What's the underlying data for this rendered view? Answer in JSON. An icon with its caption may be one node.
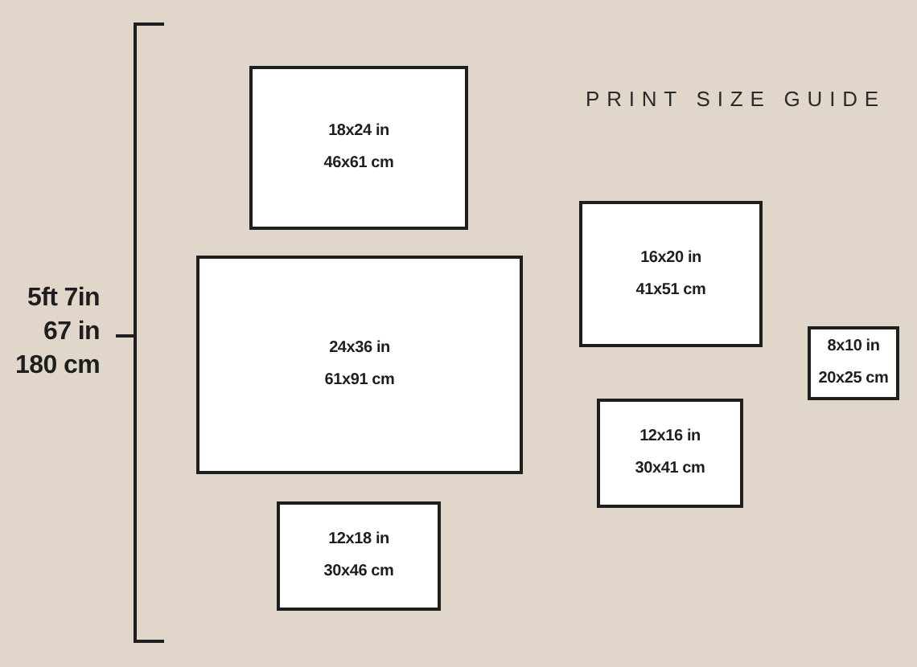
{
  "diagram": {
    "title": "PRINT SIZE GUIDE",
    "nodes": [
      {
        "text": [
          "18x24 in",
          "46x61 cm"
        ]
      },
      {
        "text": [
          "24x36 in",
          "61x91 cm"
        ]
      },
      {
        "text": [
          "12x18 in",
          "30x46 cm"
        ]
      },
      {
        "text": [
          "16x20 in",
          "41x51 cm"
        ]
      },
      {
        "text": [
          "12x16 in",
          "30x41 cm"
        ]
      },
      {
        "text": [
          "8x10 in",
          "20x25 cm"
        ]
      }
    ],
    "labels": [
      "5ft 7in",
      "67 in",
      "180 cm"
    ]
  }
}
